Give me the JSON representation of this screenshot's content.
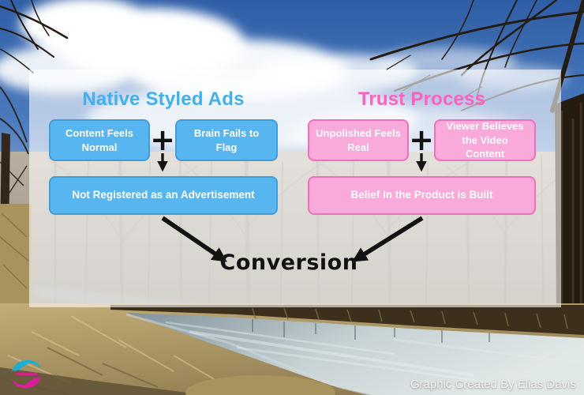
{
  "theme": {
    "blue": "#3FB0F0",
    "blue_fill": "#57B6EF",
    "blue_border": "#3E9EDC",
    "pink": "#FF5FBF",
    "pink_fill": "#F9A9DA",
    "pink_border": "#EF6FBE",
    "ink": "#121212"
  },
  "columns": {
    "left": {
      "title": "Native Styled Ads",
      "input_a": "Content Feels Normal",
      "plus": "+",
      "input_b": "Brain Fails to Flag",
      "result": "Not Registered as an Advertisement"
    },
    "right": {
      "title": "Trust Process",
      "input_a": "Unpolished Feels Real",
      "plus": "+",
      "input_b": "Viewer Believes the Video Content",
      "result": "Belief in the Product is Built"
    }
  },
  "conversion": {
    "label": "Conversion"
  },
  "footer": {
    "credit": "Graphic Created By Elias Davis"
  },
  "icons": {
    "logo": "two-hands-circle-logo"
  }
}
